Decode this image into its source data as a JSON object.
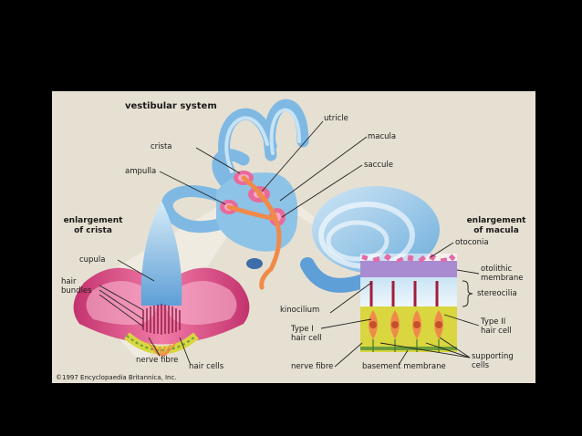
{
  "figure": {
    "title": "vestibular system",
    "labels": {
      "utricle": "utricle",
      "crista": "crista",
      "macula": "macula",
      "ampulla": "ampulla",
      "saccule": "saccule",
      "enlargement_crista_1": "enlargement",
      "enlargement_crista_2": "of crista",
      "enlargement_macula_1": "enlargement",
      "enlargement_macula_2": "of macula",
      "otoconia": "otoconia",
      "cupula": "cupula",
      "otolithic_1": "otolithic",
      "otolithic_2": "membrane",
      "hair_bundles_1": "hair",
      "hair_bundles_2": "bundles",
      "stereocilia": "stereocilia",
      "kinocilium": "kinocilium",
      "type1_1": "Type I",
      "type1_2": "hair cell",
      "type2_1": "Type II",
      "type2_2": "hair cell",
      "nerve_fibre_left": "nerve fibre",
      "hair_cells": "hair cells",
      "supporting_1": "supporting",
      "supporting_2": "cells",
      "nerve_fibre_right": "nerve fibre",
      "basement_membrane": "basement membrane"
    },
    "copyright": "©1997 Encyclopaedia Britannica, Inc."
  },
  "colors": {
    "background": "#000000",
    "panel": "#e6e0d2",
    "canal_blue": "#7fb9e3",
    "membrane_pink": "#d54b82",
    "nerve_orange": "#f08a4b",
    "cell_yellow": "#d9d640"
  }
}
